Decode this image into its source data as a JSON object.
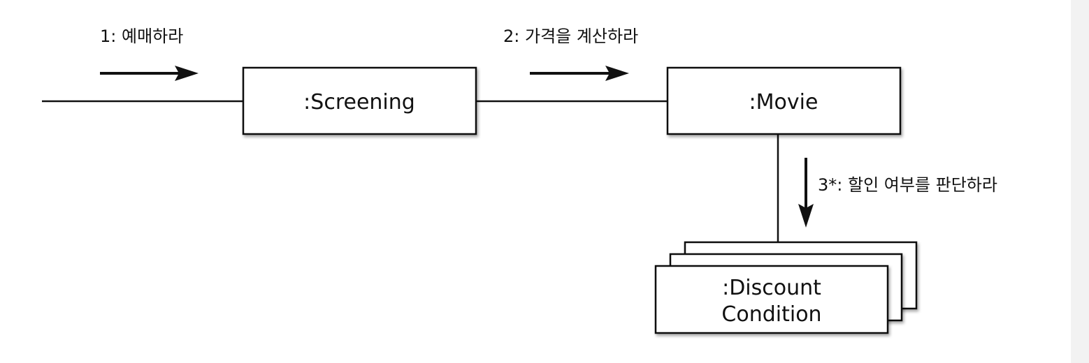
{
  "diagram": {
    "objects": {
      "screening": ":Screening",
      "movie": ":Movie",
      "discount_line1": ":Discount",
      "discount_line2": "Condition"
    },
    "messages": {
      "m1": "1: 예매하라",
      "m2": "2: 가격을 계산하라",
      "m3": "3*: 할인 여부를 판단하라"
    }
  }
}
